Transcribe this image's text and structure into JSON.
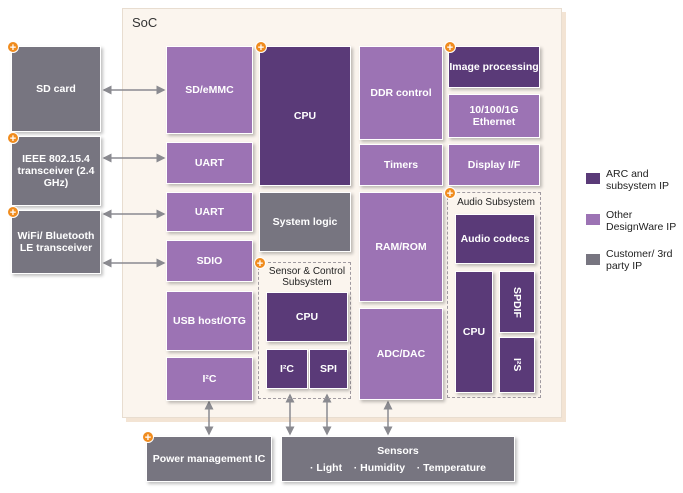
{
  "soc_title": "SoC",
  "blocks": {
    "sd_card": "SD card",
    "ieee": "IEEE 802.15.4 transceiver (2.4 GHz)",
    "wifi": "WiFi/ Bluetooth LE transceiver",
    "sdemmc": "SD/eMMC",
    "uart1": "UART",
    "uart2": "UART",
    "sdio": "SDIO",
    "usb": "USB host/OTG",
    "i2c_main": "I²C",
    "cpu_main": "CPU",
    "system_logic": "System logic",
    "ddr": "DDR control",
    "timers": "Timers",
    "ram_rom": "RAM/ROM",
    "adc_dac": "ADC/DAC",
    "image_processing": "Image processing",
    "ethernet": "10/100/1G Ethernet",
    "display": "Display I/F",
    "audio_codecs": "Audio codecs",
    "audio_cpu": "CPU",
    "spdif": "SPDIF",
    "i2s": "I²S",
    "sensor_cpu": "CPU",
    "sensor_i2c": "I²C",
    "sensor_spi": "SPI",
    "power_ic": "Power management IC",
    "sensors_title": "Sensors",
    "sensors_items": "· Light    · Humidity    · Temperature"
  },
  "subsystems": {
    "sensor_control": "Sensor & Control Subsystem",
    "audio": "Audio Subsystem"
  },
  "legend": [
    {
      "label": "ARC and subsystem IP",
      "color": "#5a3a78"
    },
    {
      "label": "Other DesignWare IP",
      "color": "#9c73b4"
    },
    {
      "label": "Customer/ 3rd party IP",
      "color": "#777580"
    }
  ],
  "plus_mark": "+"
}
